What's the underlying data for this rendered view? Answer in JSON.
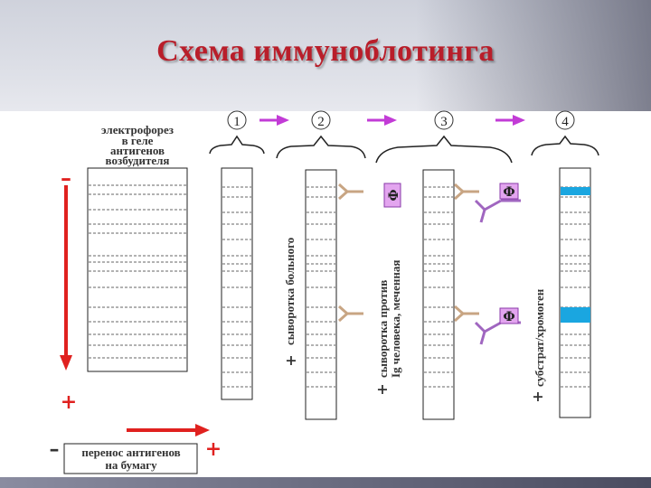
{
  "title": "Схема иммуноблотинга",
  "colors": {
    "title": "#b91e2a",
    "arrow_red": "#e0211f",
    "arrow_magenta": "#c23bd6",
    "antibody_tan": "#c8a583",
    "antibody_purple": "#a066c0",
    "enzyme_box": "#e3a5ef",
    "band_blue": "#1aa6e0"
  },
  "steps": [
    "1",
    "2",
    "3",
    "4"
  ],
  "electrophoresis_label": [
    "электрофорез",
    "в геле",
    "антигенов",
    "возбудителя"
  ],
  "transfer_label": [
    "перенос антигенов",
    "на бумагу"
  ],
  "sign_minus": "–",
  "sign_plus": "+",
  "reagent_1": [
    "сыворотка больного"
  ],
  "reagent_2": [
    "сыворотка против",
    "Ig человека, меченная"
  ],
  "reagent_3": [
    "субстрат/хромоген"
  ],
  "enzyme_letter": "Ф"
}
